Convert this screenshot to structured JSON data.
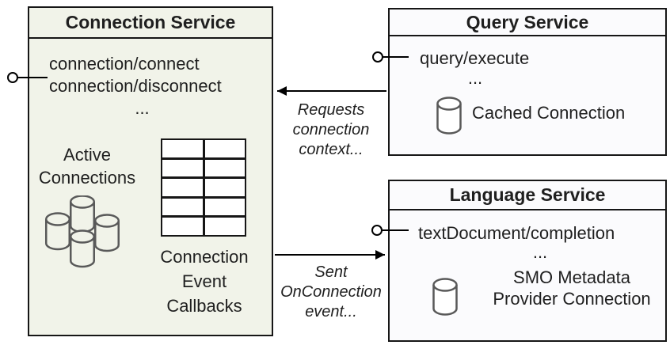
{
  "colors": {
    "page_bg": "#ffffff",
    "connection_box_fill": "#f1f3e9",
    "service_box_fill": "#fbfbfd",
    "box_border": "#161616",
    "text": "#1f1f1f",
    "cylinder_stroke": "#595959",
    "arrow": "#000000"
  },
  "connection_service": {
    "title": "Connection Service",
    "method_lines": [
      "connection/connect",
      "connection/disconnect",
      "..."
    ],
    "active_connections_lines": [
      "Active",
      "Connections"
    ],
    "callbacks_lines": [
      "Connection",
      "Event",
      "Callbacks"
    ]
  },
  "query_service": {
    "title": "Query Service",
    "method_lines": [
      "query/execute",
      "..."
    ],
    "cached_label": "Cached Connection"
  },
  "language_service": {
    "title": "Language Service",
    "method_lines": [
      "textDocument/completion",
      "..."
    ],
    "cached_label_lines": [
      "SMO Metadata",
      "Provider Connection"
    ]
  },
  "flow_labels": {
    "requests_lines": [
      "Requests",
      "connection",
      "context..."
    ],
    "sent_lines": [
      "Sent",
      "OnConnection",
      "event..."
    ]
  },
  "icons": {
    "database_stack": "database-stack-icon",
    "database": "database-icon",
    "callbacks_table": "callbacks-table-icon",
    "lollipop_interface": "lollipop-interface-icon"
  }
}
